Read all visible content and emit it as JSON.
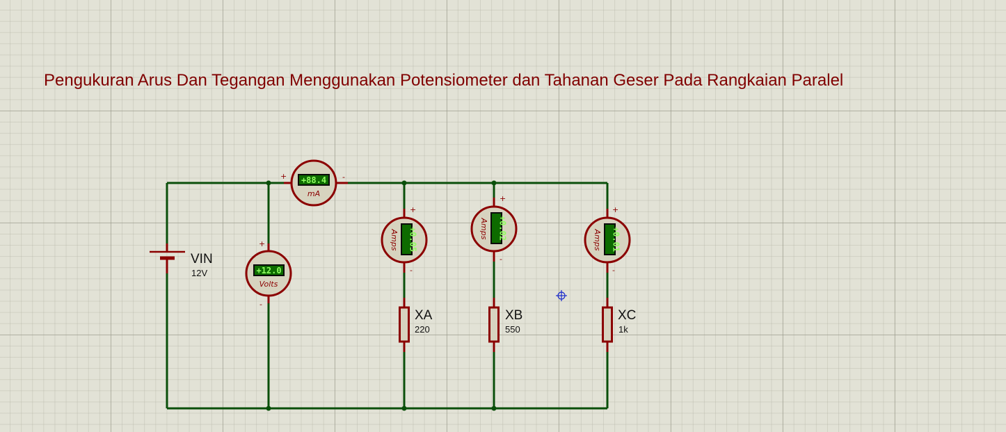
{
  "title": "Pengukuran Arus Dan Tegangan Menggunakan Potensiometer dan Tahanan Geser Pada Rangkaian Paralel",
  "source": {
    "name": "VIN",
    "value": "12V"
  },
  "meters": {
    "voltmeter": {
      "reading": "+12.0",
      "unit": "Volts",
      "plus": "+",
      "minus": "-"
    },
    "ammeter_main": {
      "reading": "+88.4",
      "unit": "mA",
      "plus": "+",
      "minus": "-"
    },
    "ammeter_a": {
      "reading": "+0.05",
      "unit": "Amps",
      "plus": "+",
      "minus": "-"
    },
    "ammeter_b": {
      "reading": "+0.02",
      "unit": "Amps",
      "plus": "+",
      "minus": "-"
    },
    "ammeter_c": {
      "reading": "+0.01",
      "unit": "Amps",
      "plus": "+",
      "minus": "-"
    }
  },
  "resistors": {
    "xa": {
      "name": "XA",
      "value": "220"
    },
    "xb": {
      "name": "XB",
      "value": "550"
    },
    "xc": {
      "name": "XC",
      "value": "1k"
    }
  },
  "colors": {
    "wire": "#0a4f0a",
    "component": "#8b0000",
    "title": "#800000",
    "lcd_text": "#90ff60",
    "background": "#e2e2d6"
  }
}
